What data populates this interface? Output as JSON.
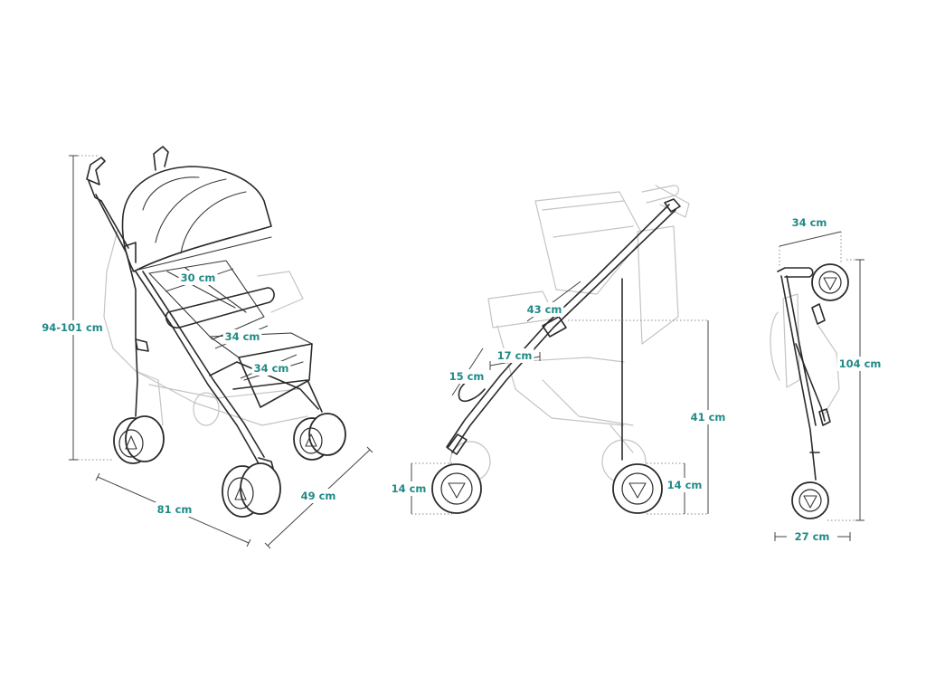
{
  "colors": {
    "label": "#1f8a86",
    "ink": "#2b2b2b",
    "ghost": "#c4c4c4"
  },
  "views": {
    "open_three_quarter": {
      "height": "94-101 cm",
      "length": "81 cm",
      "width": "49 cm",
      "backrest_width": "30 cm",
      "seat_width": "34 cm",
      "seat_depth": "34 cm"
    },
    "side": {
      "backrest_length": "43 cm",
      "seat_length": "17 cm",
      "footrest": "15 cm",
      "front_wheel": "14 cm",
      "rear_wheel": "14 cm",
      "seat_height": "41 cm"
    },
    "folded": {
      "top_width": "34 cm",
      "height": "104 cm",
      "bottom_width": "27 cm"
    }
  }
}
